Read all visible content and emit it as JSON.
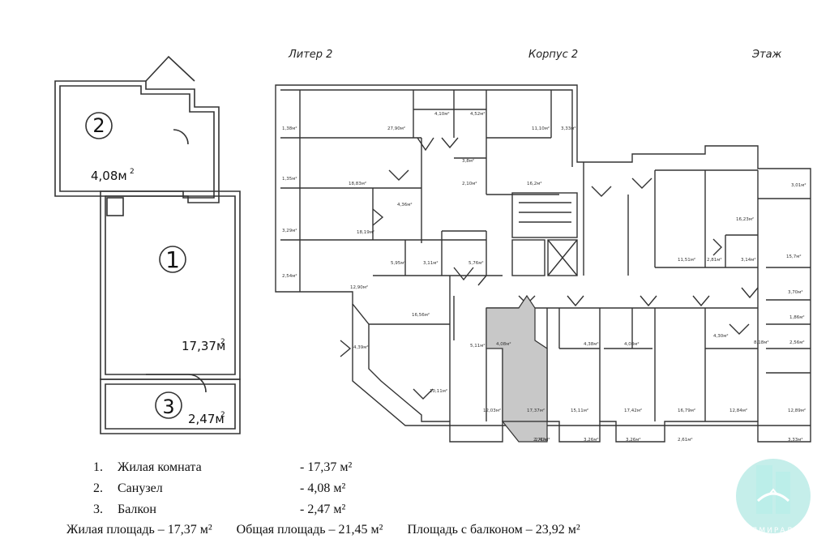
{
  "header": {
    "liter": "Литер 2",
    "korpus": "Корпус 2",
    "floor": "Этаж"
  },
  "apartment": {
    "room1_number": "1",
    "room1_area": "17,37м",
    "room2_number": "2",
    "room2_area": "4,08м",
    "room3_number": "3",
    "room3_area": "2,47м",
    "unit_sup": "2"
  },
  "legend": [
    {
      "num": "1.",
      "label": "Жилая комната",
      "value": "- 17,37 м²"
    },
    {
      "num": "2.",
      "label": "Санузел",
      "value": "- 4,08 м²"
    },
    {
      "num": "3.",
      "label": "Балкон",
      "value": "- 2,47 м²"
    }
  ],
  "summary": {
    "living": "Жилая площадь – 17,37 м²",
    "total": "Общая площадь – 21,45 м²",
    "with_balcony": "Площадь с балконом – 23,92 м²"
  },
  "floorplan": {
    "highlight_color": "#c8c8c8",
    "room_areas": [
      "1,38м²",
      "27,90м²",
      "4,10м²",
      "4,52м²",
      "11,10м²",
      "3,33м²",
      "3,8м²",
      "2,10м²",
      "16,2м²",
      "1,35м²",
      "18,83м²",
      "4,36м²",
      "3,29м²",
      "18,19м²",
      "5,95м²",
      "3,11м²",
      "5,76м²",
      "2,54м²",
      "12,90м²",
      "16,56м²",
      "5,11м²",
      "4,08м²",
      "4,39м²",
      "10,11м²",
      "12,03м²",
      "17,37м²",
      "15,11м²",
      "17,42м²",
      "16,79м²",
      "12,84м²",
      "12,89м²",
      "2,71м²",
      "3,26м²",
      "3,26м²",
      "2,61м²",
      "3,33м²",
      "4,30м²",
      "4,38м²",
      "4,08м²",
      "3,01м²",
      "16,23м²",
      "11,51м²",
      "2,81м²",
      "3,14м²",
      "15,7м²",
      "3,70м²",
      "1,86м²",
      "2,56м²",
      "8,18м²",
      "2,47м²"
    ]
  },
  "logo": {
    "text": "АДМИРАЛЪ",
    "color": "#9fe3dc"
  }
}
